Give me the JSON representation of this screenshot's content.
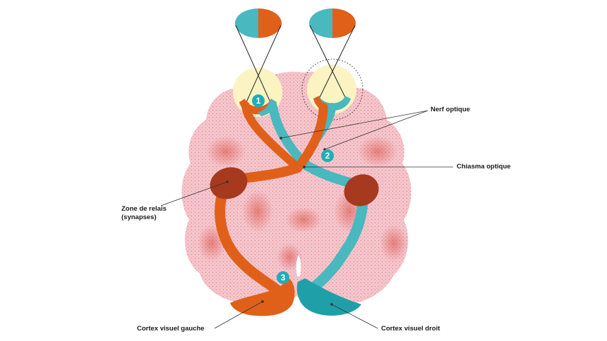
{
  "colors": {
    "brain": "#f4c7cf",
    "brain_dots": "#e2514a",
    "orange": "#e0601a",
    "teal": "#49b8bf",
    "relay": "#a7391e",
    "eye": "#fbf3c2",
    "badge": "#1faeb8",
    "leader": "#333333"
  },
  "labels": {
    "optic_nerve": "Nerf optique",
    "chiasm": "Chiasma optique",
    "relay_line1": "Zone de relais",
    "relay_line2": "(synapses)",
    "cortex_left": "Cortex visuel gauche",
    "cortex_right": "Cortex visuel droit"
  },
  "badges": [
    "1",
    "2",
    "3"
  ],
  "icons": [
    "left-visual-field-icon",
    "right-visual-field-icon"
  ]
}
